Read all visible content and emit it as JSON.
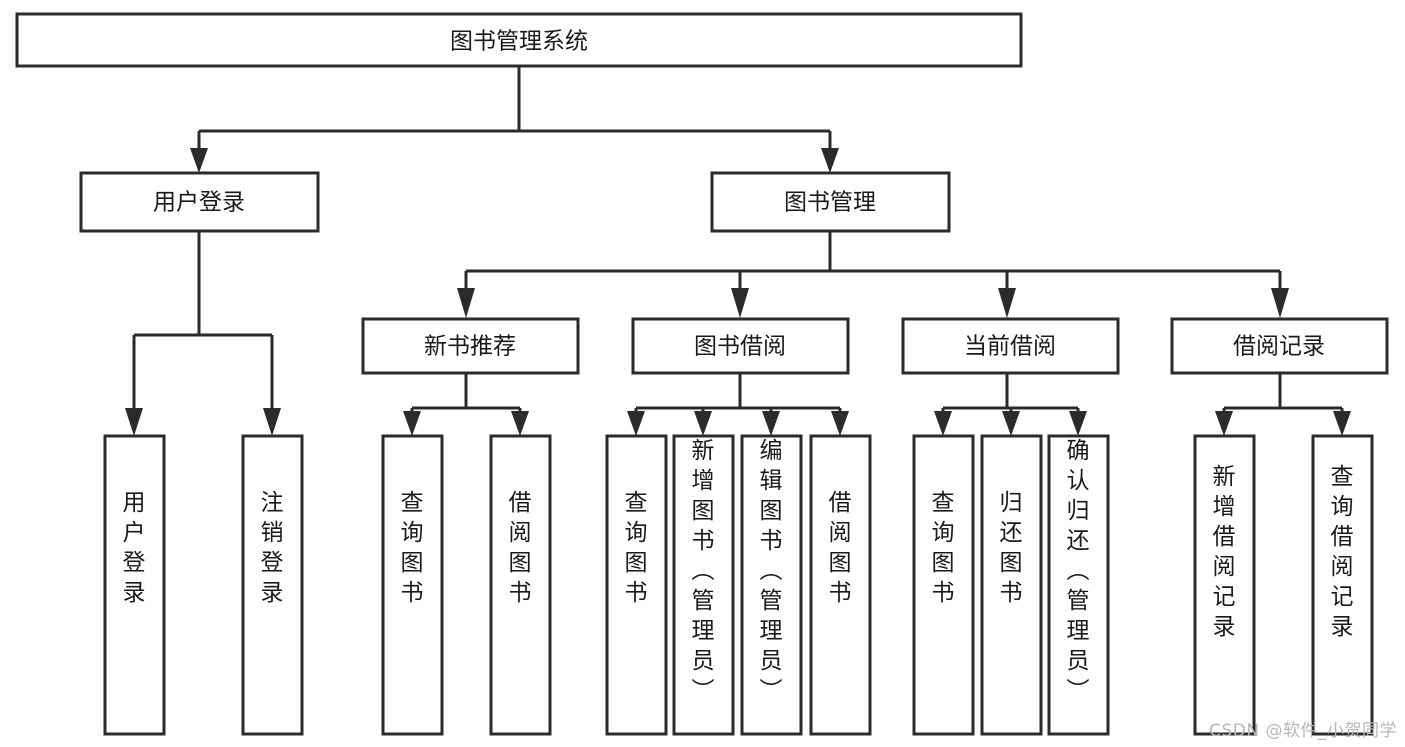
{
  "diagram": {
    "title": "图书管理系统",
    "type": "tree-hierarchy",
    "watermark": "CSDN @软件_小贺同学",
    "colors": {
      "box_stroke": "#2b2b2b",
      "box_fill": "#ffffff",
      "text": "#1a1a1a",
      "background": "#ffffff",
      "watermark": "#b7b7b7"
    },
    "nodes": {
      "root": {
        "label": "图书管理系统"
      },
      "level2": [
        {
          "id": "user-login",
          "label": "用户登录"
        },
        {
          "id": "book-manage",
          "label": "图书管理"
        }
      ],
      "level3": [
        {
          "id": "new-book-recommend",
          "label": "新书推荐"
        },
        {
          "id": "book-borrow",
          "label": "图书借阅"
        },
        {
          "id": "current-borrow",
          "label": "当前借阅"
        },
        {
          "id": "borrow-record",
          "label": "借阅记录"
        }
      ],
      "leaves": {
        "user-login": [
          {
            "id": "leaf-user-login",
            "label": "用户登录"
          },
          {
            "id": "leaf-logout-login",
            "label": "注销登录"
          }
        ],
        "new-book-recommend": [
          {
            "id": "leaf-query-book-1",
            "label": "查询图书"
          },
          {
            "id": "leaf-borrow-book-1",
            "label": "借阅图书"
          }
        ],
        "book-borrow": [
          {
            "id": "leaf-query-book-2",
            "label": "查询图书"
          },
          {
            "id": "leaf-add-book-admin",
            "label": "新增图书（管理员）"
          },
          {
            "id": "leaf-edit-book-admin",
            "label": "编辑图书（管理员）"
          },
          {
            "id": "leaf-borrow-book-2",
            "label": "借阅图书"
          }
        ],
        "current-borrow": [
          {
            "id": "leaf-query-book-3",
            "label": "查询图书"
          },
          {
            "id": "leaf-return-book",
            "label": "归还图书"
          },
          {
            "id": "leaf-confirm-return-admin",
            "label": "确认归还（管理员）"
          }
        ],
        "borrow-record": [
          {
            "id": "leaf-add-borrow-record",
            "label": "新增借阅记录"
          },
          {
            "id": "leaf-query-borrow-record",
            "label": "查询借阅记录"
          }
        ]
      }
    }
  }
}
